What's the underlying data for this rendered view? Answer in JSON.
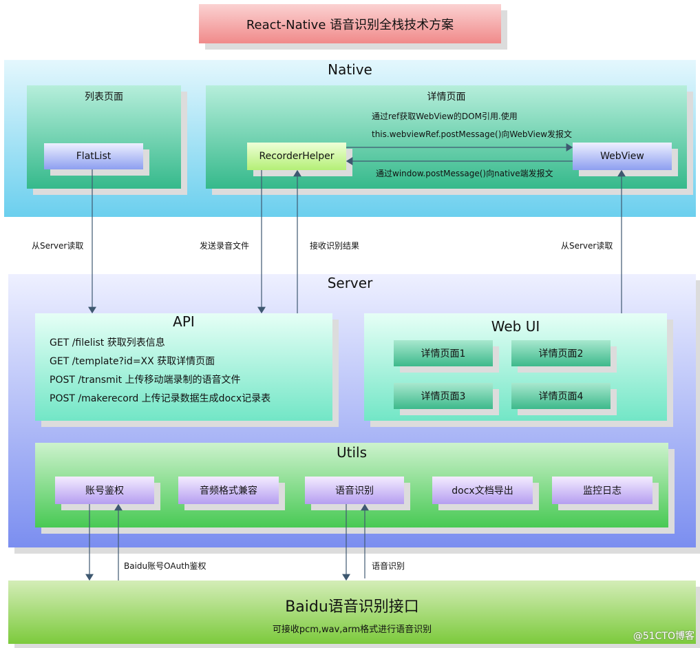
{
  "title": "React-Native 语音识别全栈技术方案",
  "native": {
    "title": "Native",
    "list_page": {
      "title": "列表页面",
      "component": "FlatList"
    },
    "detail_page": {
      "title": "详情页面",
      "recorder": "RecorderHelper",
      "webview": "WebView",
      "note1": "通过ref获取WebView的DOM引用.使用",
      "note2": "this.webviewRef.postMessage()向WebView发报文",
      "note3": "通过window.postMessage()向native端发报文"
    }
  },
  "edges": {
    "read1": "从Server读取",
    "send": "发送录音文件",
    "receive": "接收识别结果",
    "read2": "从Server读取",
    "oauth": "Baidu账号OAuth鉴权",
    "asr": "语音识别"
  },
  "server": {
    "title": "Server",
    "api": {
      "title": "API",
      "lines": [
        "GET   /filelist  获取列表信息",
        "GET /template?id=XX  获取详情页面",
        "POST /transmit 上传移动端录制的语音文件",
        "POST /makerecord 上传记录数据生成docx记录表"
      ]
    },
    "webui": {
      "title": "Web UI",
      "pages": [
        "详情页面1",
        "详情页面2",
        "详情页面3",
        "详情页面4"
      ]
    },
    "utils": {
      "title": "Utils",
      "items": [
        "账号鉴权",
        "音频格式兼容",
        "语音识别",
        "docx文档导出",
        "监控日志"
      ]
    }
  },
  "baidu": {
    "title": "Baidu语音识别接口",
    "subtitle": "可接收pcm,wav,arm格式进行语音识别"
  },
  "watermark": "@51CTO博客",
  "colors": {
    "arrow": "#3e5870"
  }
}
